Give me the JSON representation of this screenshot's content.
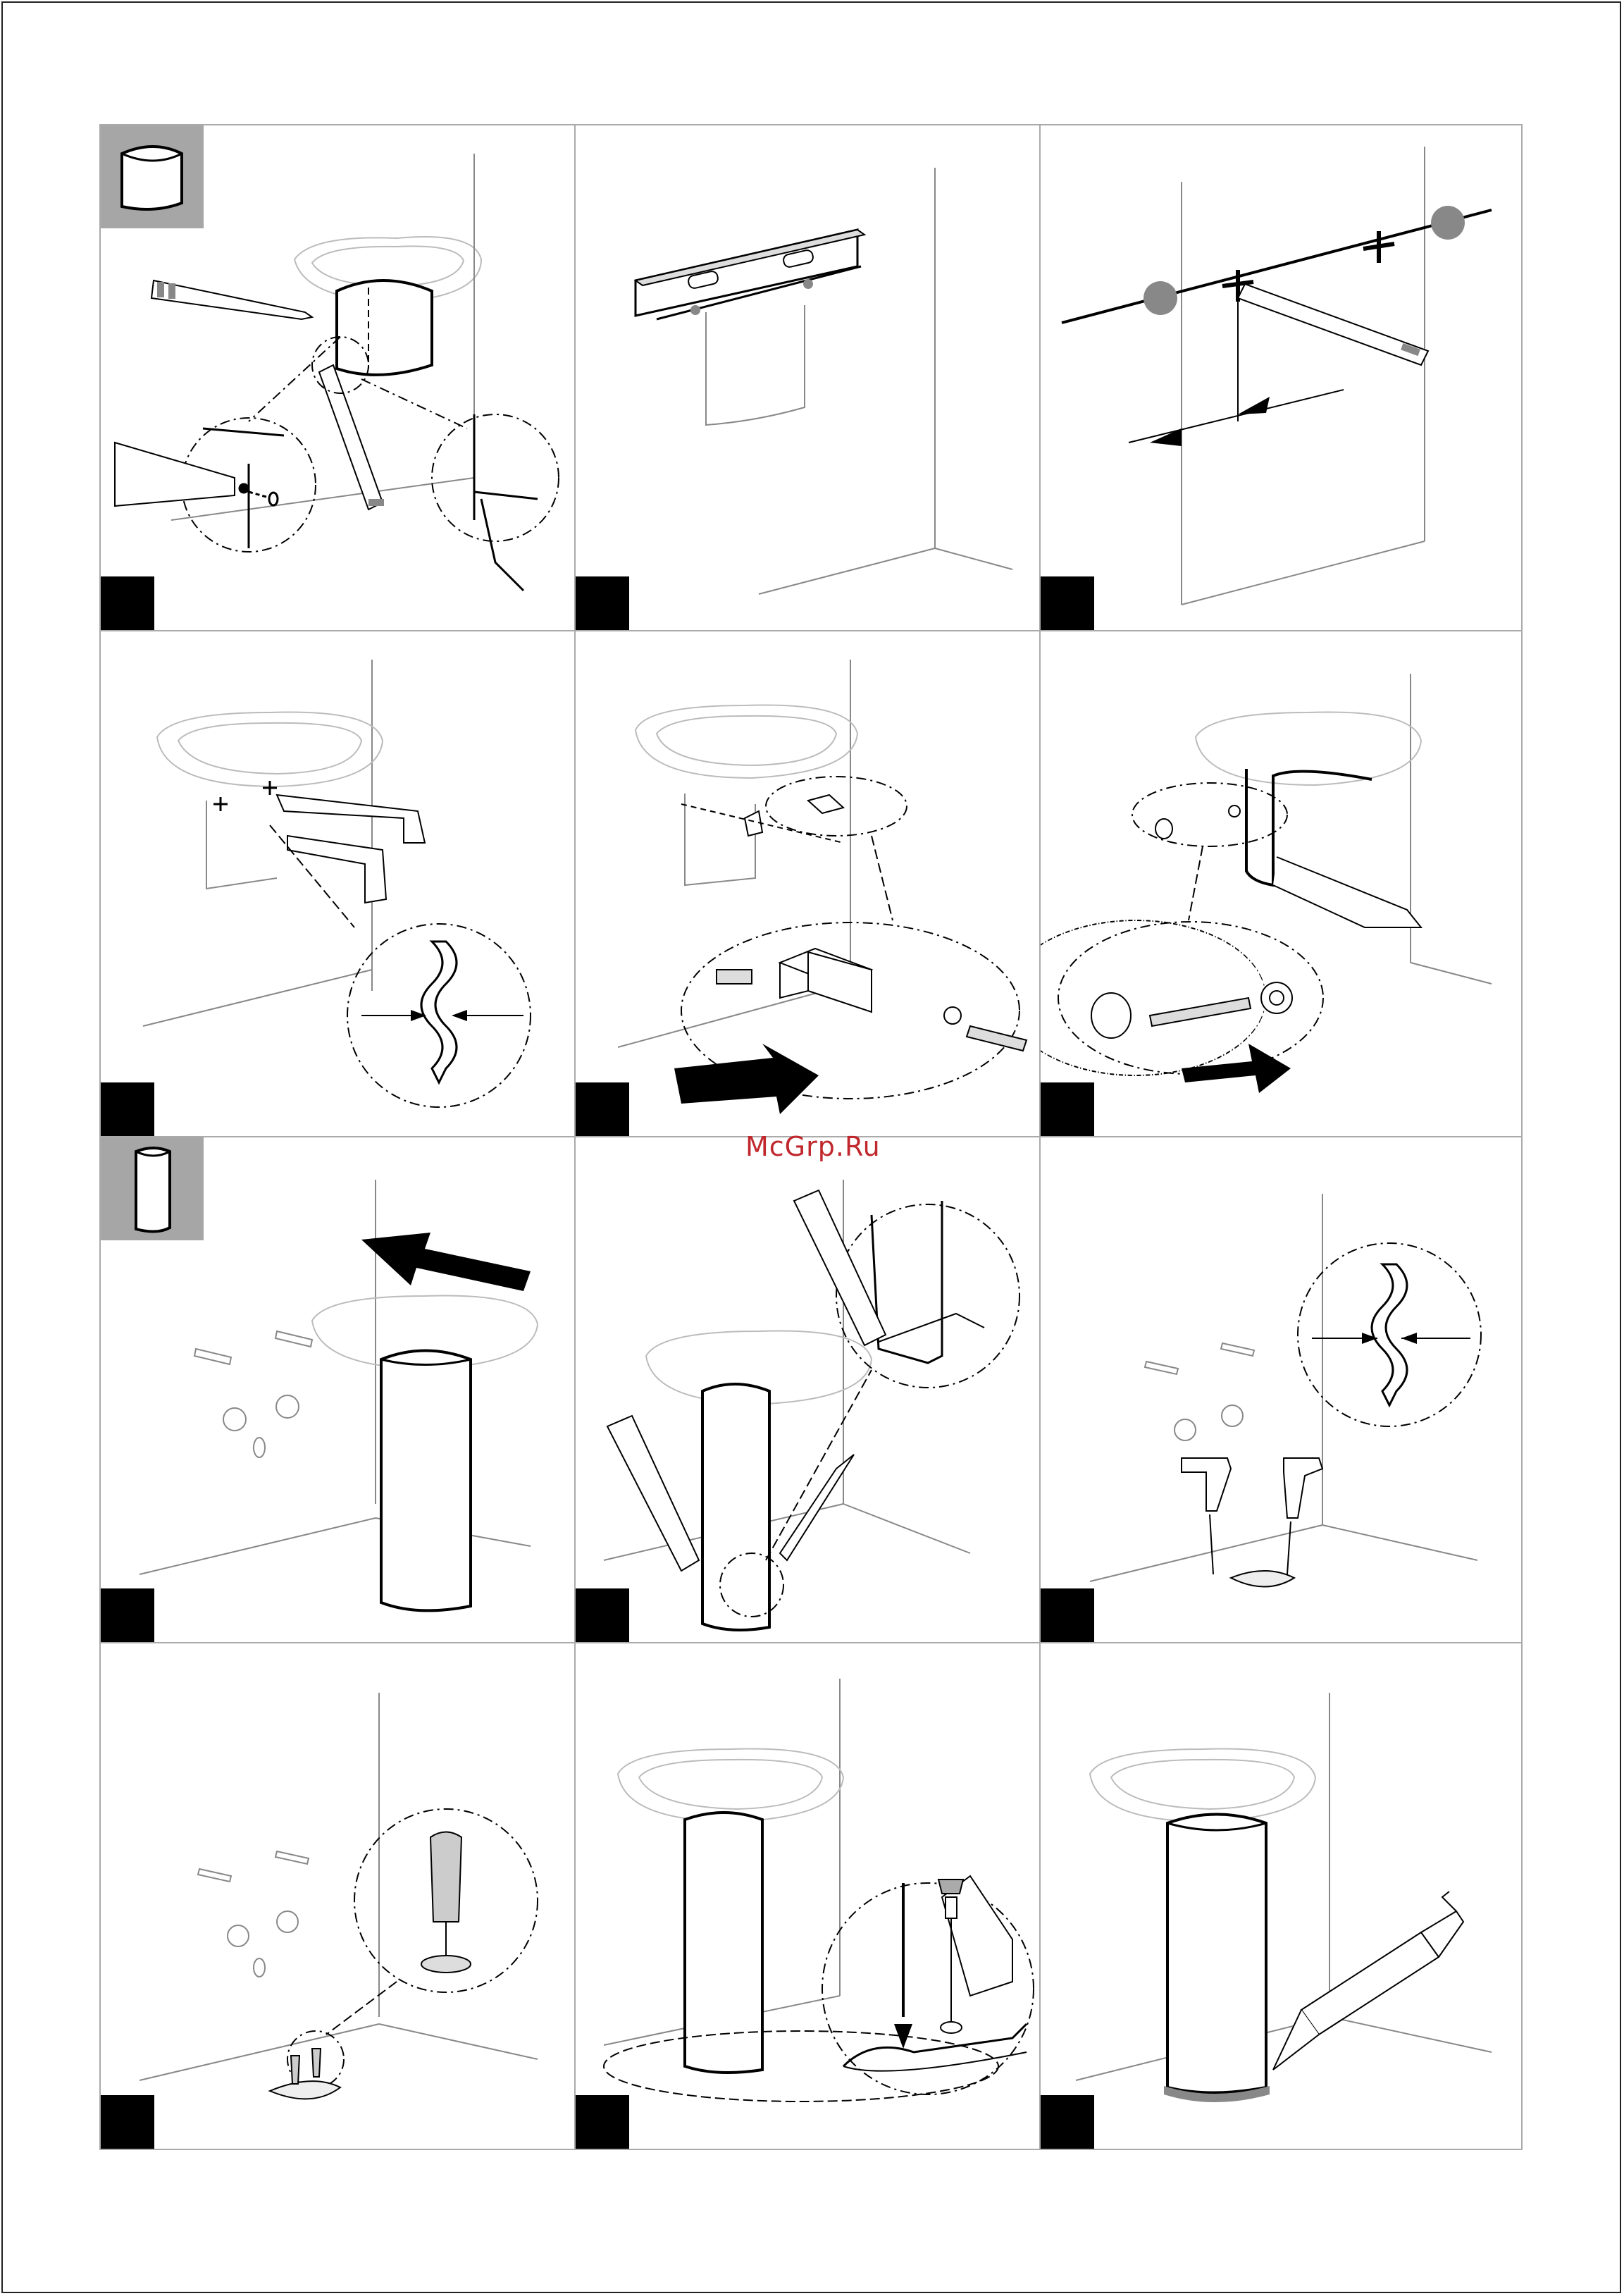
{
  "watermark": "McGrp.Ru",
  "panel_count": 12,
  "part_icons": [
    {
      "panel": 1,
      "icon": "half-pedestal-icon"
    },
    {
      "panel": 7,
      "icon": "full-pedestal-icon"
    }
  ],
  "colors": {
    "frame": "#222222",
    "grid": "#aaaaaa",
    "step_box": "#000000",
    "part_box": "#a6a6a6",
    "watermark": "#c0282d"
  }
}
